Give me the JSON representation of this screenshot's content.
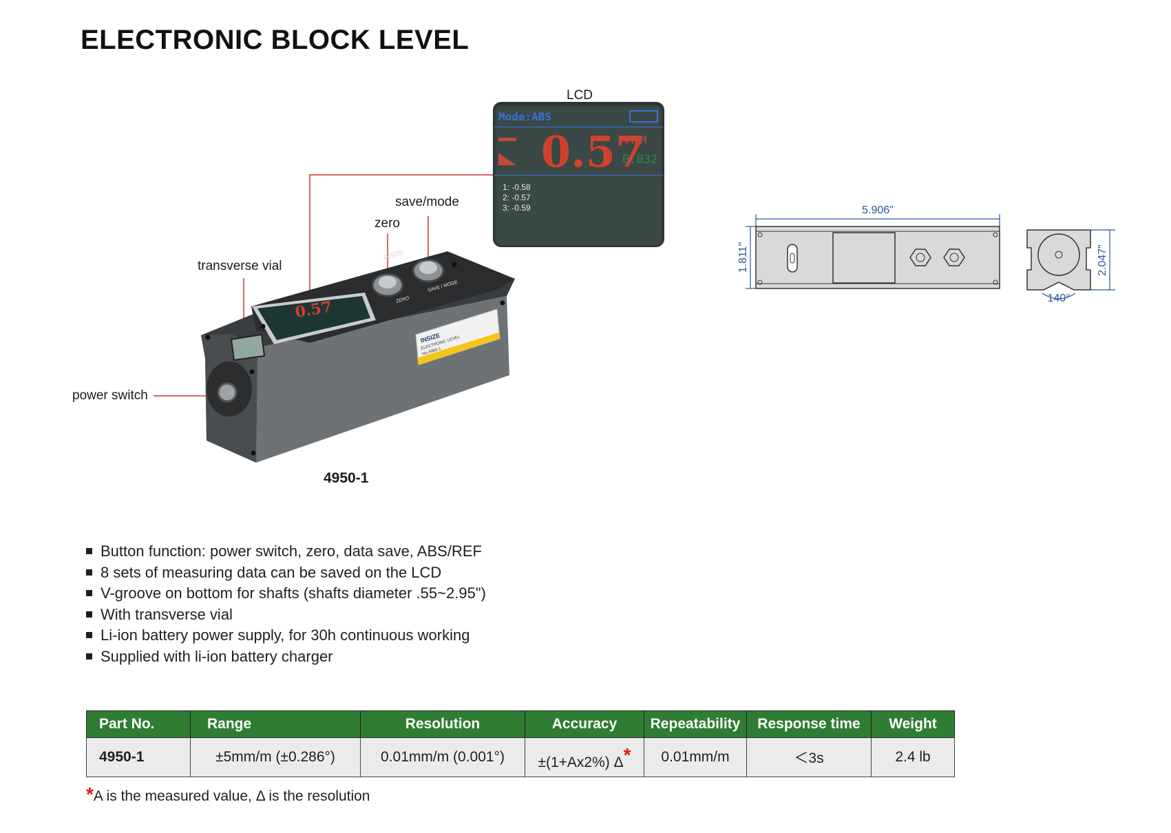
{
  "title": "ELECTRONIC BLOCK LEVEL",
  "callouts": {
    "lcd": "LCD",
    "save_mode": "save/mode",
    "zero": "zero",
    "transverse_vial": "transverse vial",
    "power_switch": "power switch"
  },
  "model": "4950-1",
  "lcd": {
    "mode": "Mode:ABS",
    "reading": "0.57",
    "unit": "MM/M",
    "secondary": "0.032",
    "memory": [
      "1: -0.58",
      "2: -0.57",
      "3: -0.59"
    ]
  },
  "device_labels": {
    "brand": "INSIZE",
    "zero_button": "ZERO",
    "save_button": "SAVE / MODE",
    "sticker_title": "ELECTRONIC LEVEL",
    "sticker_code": "No.4950-1"
  },
  "dimensions": {
    "length": "5.906\"",
    "height": "1.811\"",
    "side_height": "2.047\"",
    "angle": "140°"
  },
  "features": [
    "Button function: power switch, zero, data save, ABS/REF",
    "8 sets of measuring data can be saved on the LCD",
    "V-groove on bottom for shafts (shafts diameter .55~2.95\")",
    "With transverse vial",
    "Li-ion battery power supply, for 30h continuous working",
    "Supplied with li-ion battery charger"
  ],
  "table": {
    "headers": [
      "Part No.",
      "Range",
      "Resolution",
      "Accuracy",
      "Repeatability",
      "Response time",
      "Weight"
    ],
    "row": {
      "part_no": "4950-1",
      "range": "±5mm/m (±0.286°)",
      "resolution": "0.01mm/m (0.001°)",
      "accuracy": "±(1+Ax2%) Δ",
      "accuracy_mark": "*",
      "repeatability": "0.01mm/m",
      "response_time": "＜3s",
      "weight": "2.4 lb"
    }
  },
  "footnote": {
    "mark": "*",
    "text": "A is the measured value, Δ is the resolution"
  },
  "colors": {
    "header_green": "#2e7d32",
    "cell_gray": "#ebebeb",
    "callout_red": "#d32f2f",
    "dimension_blue": "#2a55a0",
    "device_gray": "#6e7274"
  }
}
